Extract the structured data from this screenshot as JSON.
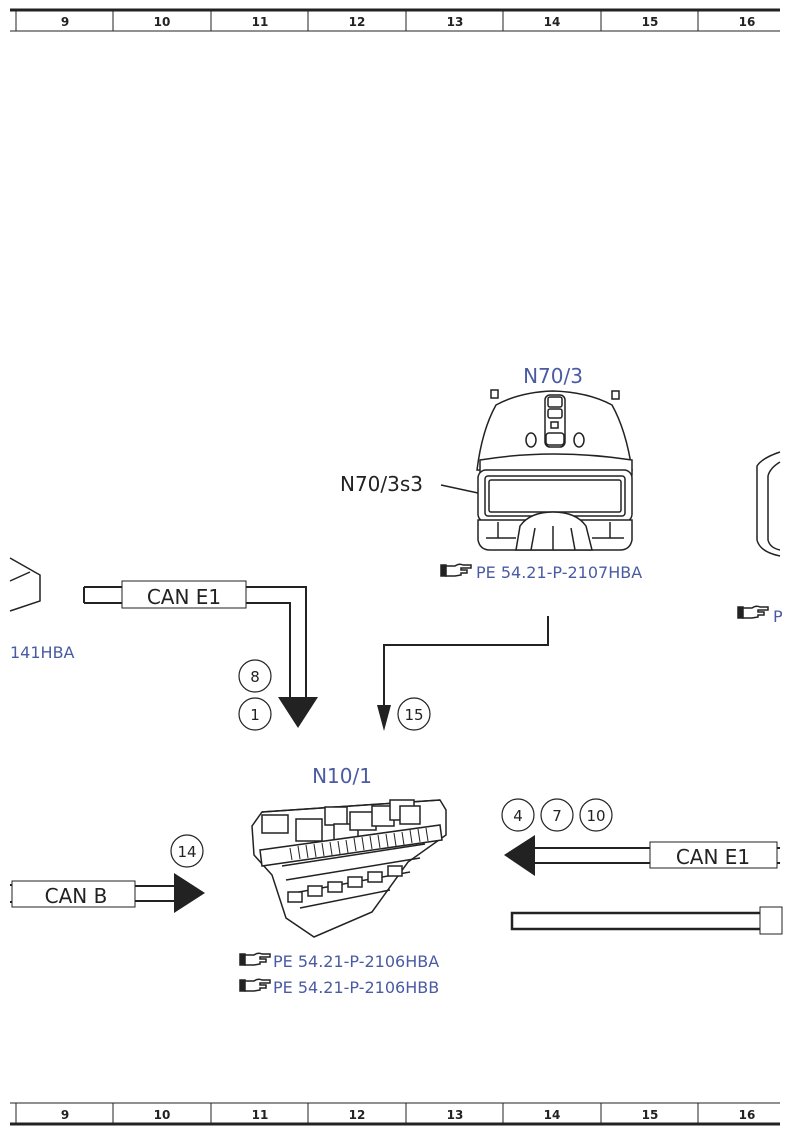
{
  "ruler": {
    "columns": [
      "9",
      "10",
      "11",
      "12",
      "13",
      "14",
      "15",
      "16"
    ]
  },
  "components": {
    "n70_3": {
      "label": "N70/3",
      "sublabel": "N70/3s3",
      "ref": "PE 54.21-P-2107HBA"
    },
    "n10_1": {
      "label": "N10/1",
      "refs": [
        "PE 54.21-P-2106HBA",
        "PE 54.21-P-2106HBB"
      ]
    },
    "left_partial_ref": "141HBA",
    "right_partial_ref": "P"
  },
  "buses": {
    "can_e1_left": "CAN E1",
    "can_e1_right": "CAN E1",
    "can_b": "CAN B"
  },
  "markers": {
    "m8": "8",
    "m1": "1",
    "m15": "15",
    "m14": "14",
    "m4": "4",
    "m7": "7",
    "m10": "10"
  },
  "colors": {
    "accent": "#4a5ba3",
    "line": "#222222"
  },
  "icons": {
    "reference": "pointing-hand-icon"
  }
}
